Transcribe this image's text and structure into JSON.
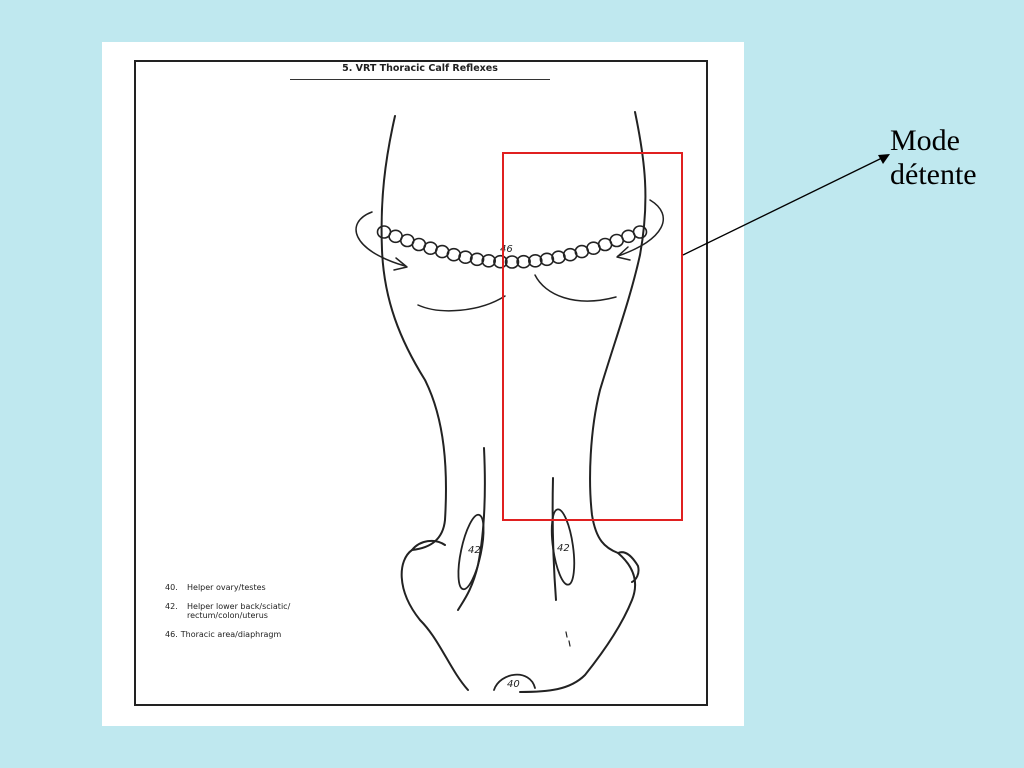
{
  "diagram": {
    "title": "5. VRT Thoracic Calf Reflexes",
    "labels": {
      "thoracic": "46",
      "left_reflex": "42",
      "right_reflex": "42",
      "ovary": "40"
    },
    "legend": [
      {
        "num": "40.",
        "text": "Helper ovary/testes"
      },
      {
        "num": "42.",
        "text": "Helper lower back/sciatic/\nrectum/colon/uterus"
      },
      {
        "num": "46.",
        "text": "Thoracic area/diaphragm"
      }
    ]
  },
  "annotation": {
    "label_line1": "Mode",
    "label_line2": "détente",
    "highlight_color": "#e02020"
  },
  "colors": {
    "background": "#bfe8ef",
    "paper": "#ffffff",
    "ink": "#222222"
  }
}
